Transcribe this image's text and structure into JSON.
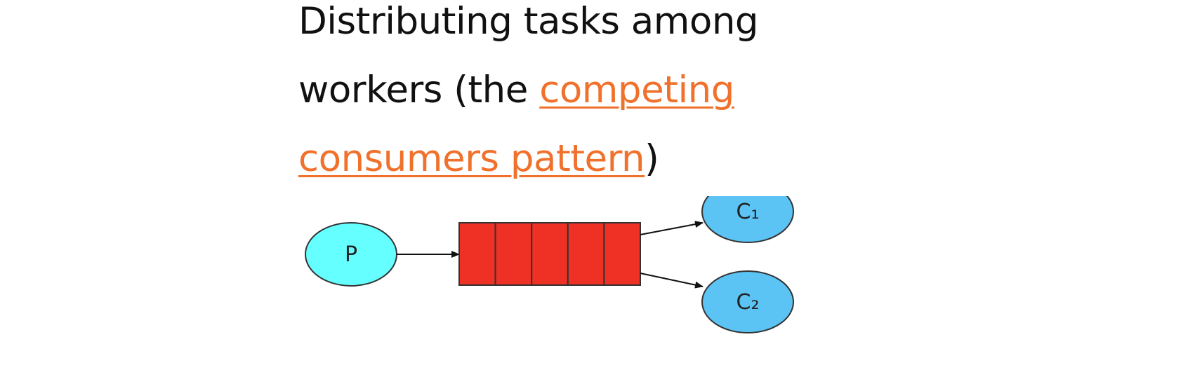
{
  "heading": {
    "line1": "Distributing tasks among",
    "line2_prefix": "workers (the ",
    "link_part1": "competing",
    "link_part2": "consumers pattern",
    "line3_suffix": ")"
  },
  "diagram": {
    "producer_label": "P",
    "consumer1_label": "C₁",
    "consumer2_label": "C₂",
    "queue_slots": 5,
    "colors": {
      "producer_fill": "#66ffff",
      "consumer_fill": "#5bc4f5",
      "queue_fill": "#ee3124",
      "stroke": "#333333"
    }
  }
}
